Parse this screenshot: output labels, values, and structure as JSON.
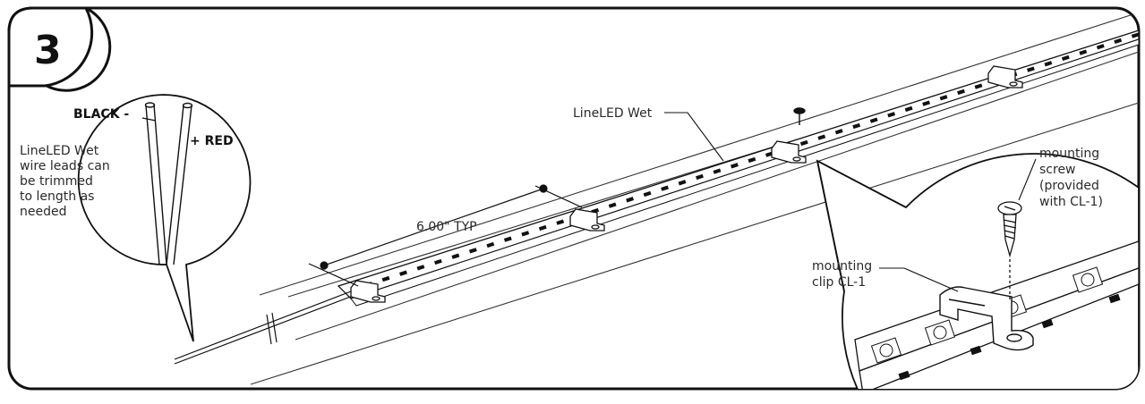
{
  "step": {
    "number": "3"
  },
  "callouts": {
    "black_wire": "BLACK -",
    "red_wire": "+ RED",
    "wire_note": [
      "LineLED Wet",
      "wire leads can",
      "be trimmed",
      "to length as",
      "needed"
    ],
    "product": "LineLED Wet",
    "spacing": "6.00\" TYP",
    "screw": [
      "mounting",
      "screw",
      "(provided",
      "with CL-1)"
    ],
    "clip": [
      "mounting",
      "clip CL-1"
    ]
  },
  "colors": {
    "line": "#1a1a1a",
    "background": "#ffffff"
  }
}
